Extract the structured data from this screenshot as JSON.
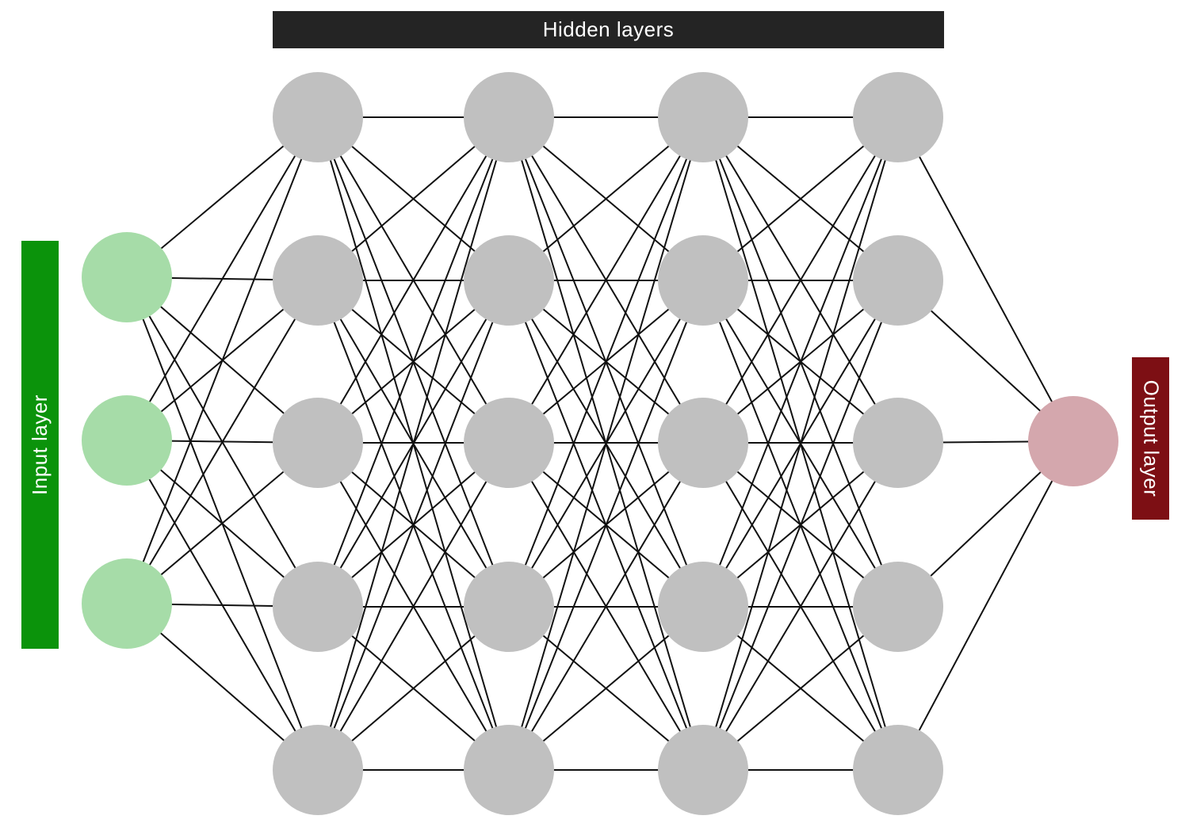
{
  "labels": {
    "hidden_layers": "Hidden layers",
    "input_layer": "Input layer",
    "output_layer": "Output layer"
  },
  "colors": {
    "hidden_label_bg": "#242424",
    "input_label_bg": "#0b930b",
    "output_label_bg": "#7d0f14",
    "input_node": "#a6dca8",
    "hidden_node": "#c0c0c0",
    "output_node": "#d4a7ad",
    "edge": "#111111"
  },
  "network": {
    "layer_sizes": [
      3,
      5,
      5,
      5,
      5,
      1
    ],
    "connectivity": "fully-connected"
  }
}
